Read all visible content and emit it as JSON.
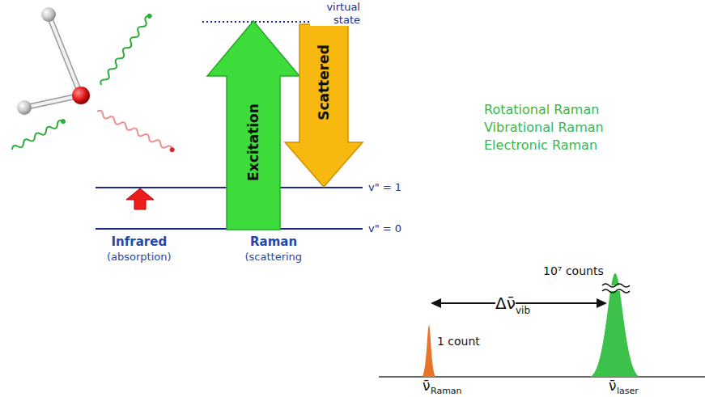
{
  "diagram": {
    "nodes": [
      {
        "text": [
          "Excitation"
        ]
      },
      {
        "text": [
          "Scattered"
        ]
      }
    ],
    "labels": [
      "virtual state",
      "v\" = 1",
      "v\" = 0",
      "Infrared",
      "(absorption)",
      "Raman",
      "(scattering",
      "Rotational Raman",
      "Vibrational Raman",
      "Electronic Raman",
      "10⁷ counts",
      "1 count",
      "Δν̄",
      "vib",
      "ν̄",
      "Raman",
      "ν̄",
      "laser"
    ]
  }
}
